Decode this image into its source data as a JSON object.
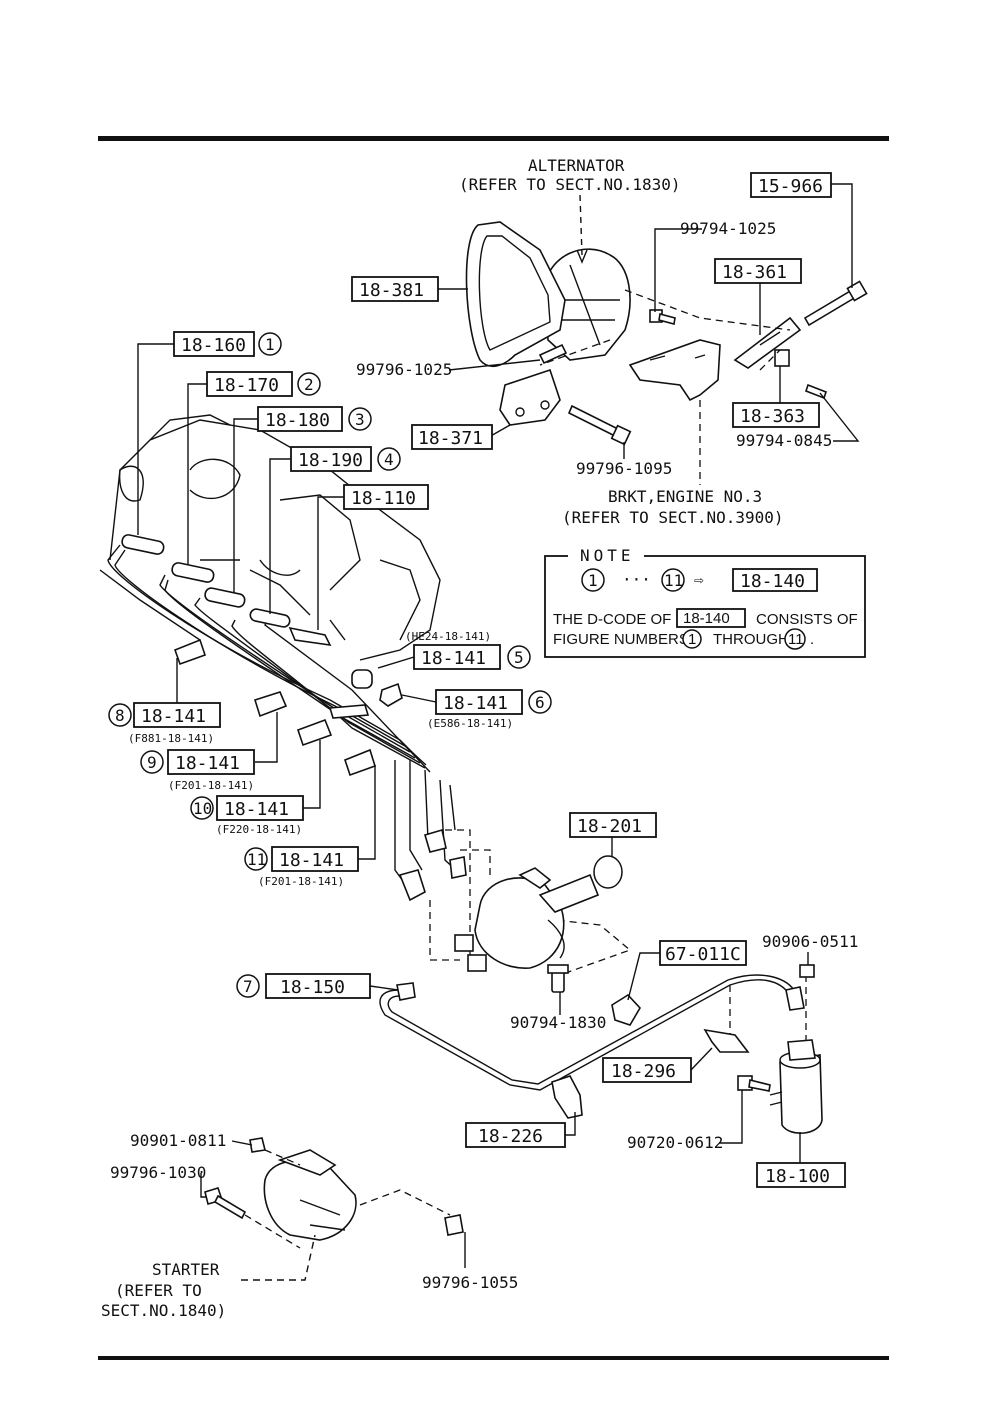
{
  "labels": {
    "alternator": "ALTERNATOR",
    "alternator_ref": "(REFER TO SECT.NO.1830)",
    "brkt": "BRKT,ENGINE NO.3",
    "brkt_ref": "(REFER TO SECT.NO.3900)",
    "starter": "STARTER",
    "starter_ref1": "(REFER TO",
    "starter_ref2": "SECT.NO.1840)"
  },
  "parts": {
    "p15966": "15-966",
    "p18361": "18-361",
    "p18381": "18-381",
    "p18363": "18-363",
    "p18371": "18-371",
    "p18160": "18-160",
    "p18170": "18-170",
    "p18180": "18-180",
    "p18190": "18-190",
    "p18110": "18-110",
    "p18141_5": "18-141",
    "p18141_6": "18-141",
    "p18141_8": "18-141",
    "p18141_9": "18-141",
    "p18141_10": "18-141",
    "p18141_11": "18-141",
    "p18201": "18-201",
    "p67011c": "67-011C",
    "p18150": "18-150",
    "p18296": "18-296",
    "p18226": "18-226",
    "p18100": "18-100"
  },
  "sub_codes": {
    "s5": "(HE24-18-141)",
    "s6": "(E586-18-141)",
    "s8": "(F881-18-141)",
    "s9": "(F201-18-141)",
    "s10": "(F220-18-141)",
    "s11": "(F201-18-141)"
  },
  "numbers": {
    "n1": "1",
    "n2": "2",
    "n3": "3",
    "n4": "4",
    "n5": "5",
    "n6": "6",
    "n7": "7",
    "n8": "8",
    "n9": "9",
    "n10": "10",
    "n11": "11"
  },
  "bolts": {
    "b99794_1025": "99794-1025",
    "b99796_1025": "99796-1025",
    "b99794_0845": "99794-0845",
    "b99796_1095": "99796-1095",
    "b90906_0511": "90906-0511",
    "b90794_1830": "90794-1830",
    "b90720_0612": "90720-0612",
    "b90901_0811": "90901-0811",
    "b99796_1030": "99796-1030",
    "b99796_1055": "99796-1055"
  },
  "note": {
    "title": "NOTE",
    "from": "1",
    "dots": "···",
    "to": "11",
    "arrow": "⇨",
    "code": "18-140",
    "line1_a": "THE D-CODE OF",
    "line1_code": "18-140",
    "line1_b": "CONSISTS OF",
    "line2_a": "FIGURE NUMBERS",
    "line2_from": "1",
    "line2_mid": "THROUGH",
    "line2_to": "11",
    "line2_end": "."
  }
}
